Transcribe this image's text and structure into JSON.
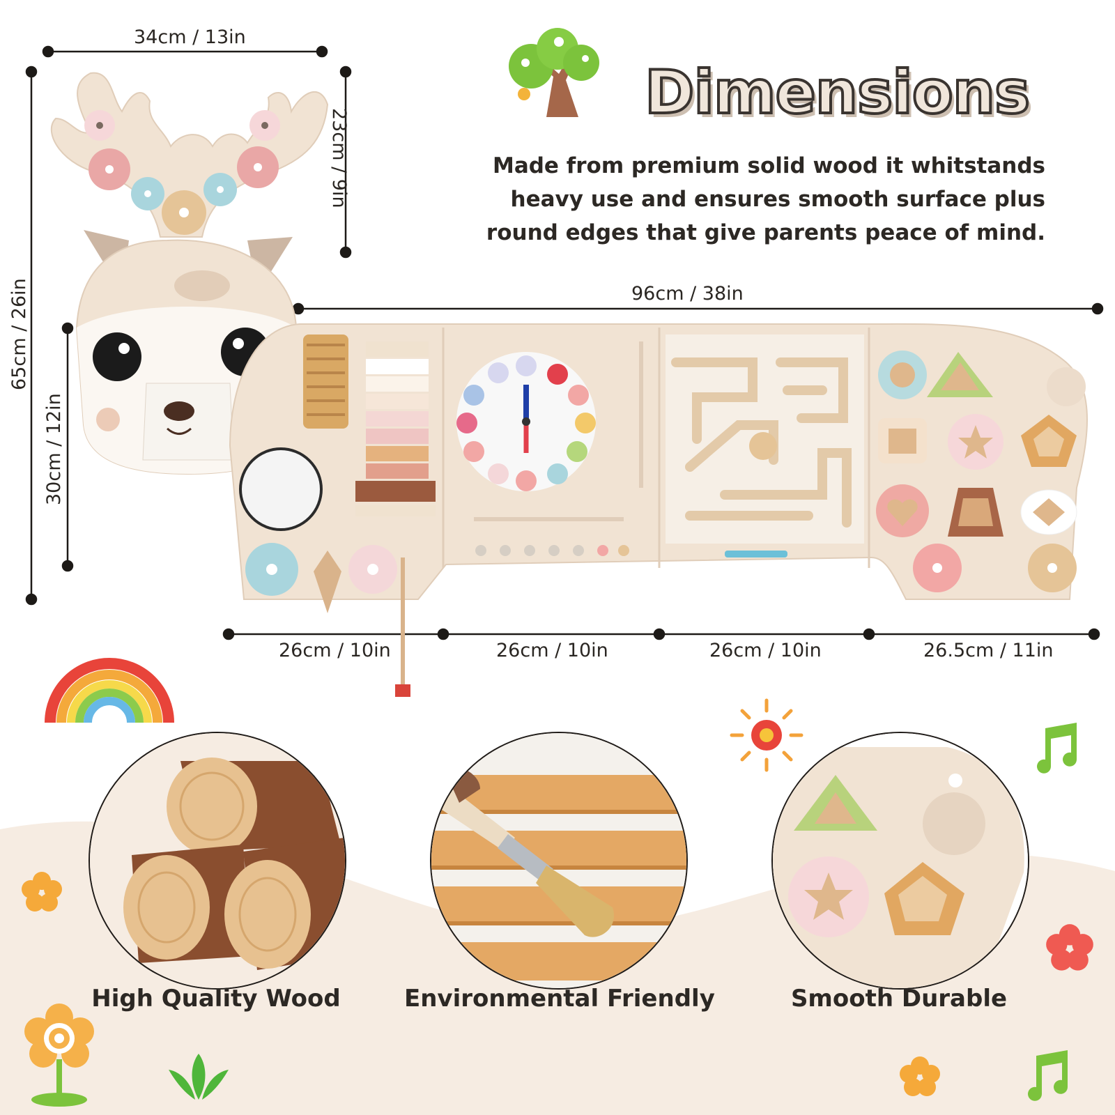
{
  "header": {
    "title": "Dimensions",
    "description": "Made from premium solid wood it whitstands heavy use and ensures smooth surface plus round edges that give parents peace of mind."
  },
  "dimensions": {
    "antler_width": "34cm / 13in",
    "antler_height": "23cm / 9in",
    "total_height": "65cm / 26in",
    "body_height": "30cm / 12in",
    "total_length": "96cm / 38in",
    "panel_1": "26cm / 10in",
    "panel_2": "26cm / 10in",
    "panel_3": "26cm / 10in",
    "panel_4": "26.5cm / 11in"
  },
  "features": [
    {
      "label": "High Quality Wood",
      "icon": "wood-logs-icon"
    },
    {
      "label": "Environmental Friendly",
      "icon": "paint-brush-icon"
    },
    {
      "label": "Smooth Durable",
      "icon": "shape-sorter-icon"
    }
  ],
  "colors": {
    "board": "#f1e3d3",
    "spots": "#e2cdb8",
    "accent_pink": "#e9a7a6",
    "accent_blue": "#a9d5dd",
    "accent_green": "#b8d27c",
    "wave": "#f6ece2"
  }
}
